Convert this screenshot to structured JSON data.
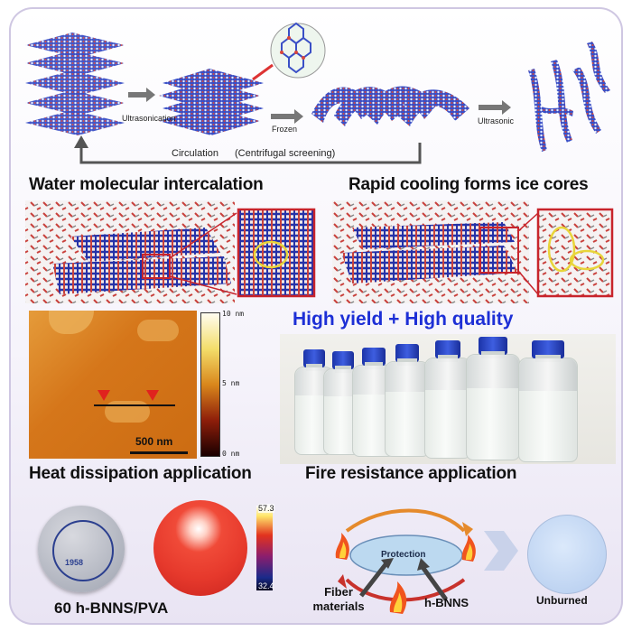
{
  "top": {
    "ultrasonication": "Ultrasonication",
    "frozen": "Frozen",
    "ultrasonic": "Ultrasonic",
    "circulation": "Circulation",
    "centrifugal": "(Centrifugal screening)"
  },
  "headings": {
    "water": "Water molecular intercalation",
    "rapid": "Rapid cooling forms ice cores",
    "yield": "High yield + High quality",
    "heat": "Heat dissipation application",
    "fire": "Fire resistance application"
  },
  "afm": {
    "scale_bar": "500 nm",
    "colorbar_top": "10 nm",
    "colorbar_mid": "5 nm",
    "colorbar_bottom": "0 nm"
  },
  "heat": {
    "sample_label": "60 h-BNNS/PVA",
    "logo_year": "1958",
    "thermal_max": "57.3",
    "thermal_min": "32.4"
  },
  "fire": {
    "protection": "Protection",
    "fiber": "Fiber materials",
    "bnns": "h-BNNS",
    "unburned": "Unburned"
  },
  "colors": {
    "title_blue": "#1d2fd6",
    "bottle_cap": "#2a44c4",
    "afm_orange": "#d97a17"
  }
}
